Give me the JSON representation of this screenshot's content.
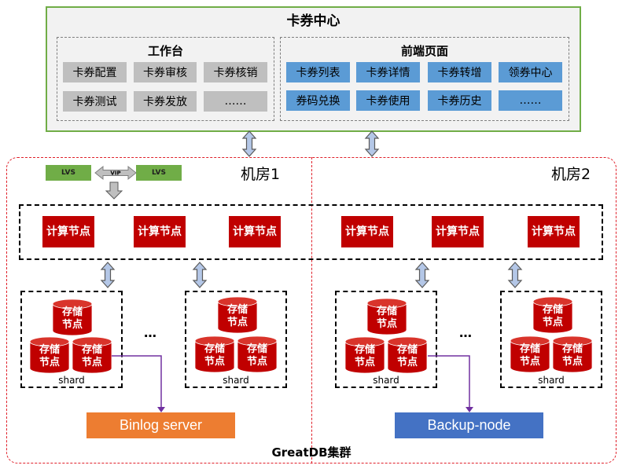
{
  "top": {
    "title": "卡券中心",
    "workbench": {
      "title": "工作台",
      "items": [
        "卡券配置",
        "卡券审核",
        "卡券核销",
        "卡券测试",
        "卡券发放",
        "……"
      ]
    },
    "frontend": {
      "title": "前端页面",
      "items": [
        "卡券列表",
        "卡券详情",
        "卡券转增",
        "领券中心",
        "券码兑换",
        "卡券使用",
        "卡券历史",
        "……"
      ]
    }
  },
  "cluster": {
    "name": "GreatDB集群",
    "room1": "机房1",
    "room2": "机房2",
    "lvs_label": "LVS",
    "vip_label": "VIP",
    "compute_node_line1": "计算",
    "compute_node_line2": "节点",
    "storage_node_line1": "存储",
    "storage_node_line2": "节点",
    "shard_label": "shard",
    "ellipsis": "…",
    "binlog_server": "Binlog server",
    "backup_node": "Backup-node"
  },
  "colors": {
    "green_border": "#70ad47",
    "red": "#c00000",
    "cluster_border": "#e0202a",
    "chip_gray": "#bfbfbf",
    "chip_blue": "#5b9bd5",
    "orange": "#ed7d31",
    "blue": "#4472c4",
    "purple_line": "#7030a0",
    "arrow_gray": "#8497b0"
  }
}
